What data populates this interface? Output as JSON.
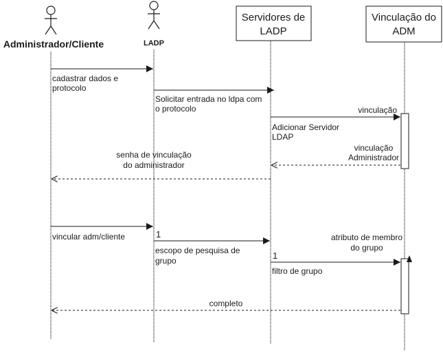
{
  "actors": {
    "admin_cliente": "Administrador/Cliente",
    "ladp_actor": "LADP"
  },
  "participants": {
    "servidores_l1": "Servidores de",
    "servidores_l2": "LADP",
    "vinculacao_l1": "Vinculação do",
    "vinculacao_l2": "ADM"
  },
  "messages": {
    "m1_l1": "cadastrar dados e",
    "m1_l2": "protocolo",
    "m2_l1": "Solicitar entrada no ldpa com",
    "m2_l2": "o protocolo",
    "m3": "vinculação",
    "m3_note_l1": "Adicionar Servidor",
    "m3_note_l2": "LDAP",
    "m4_l1": "vinculação",
    "m4_l2": "Administrador",
    "m5_l1": "senha  de vinculação",
    "m5_l2": "do administrador",
    "m6": "vincular adm/cliente",
    "m6_mult": "1",
    "m7_l1": "escopo de pesquisa de",
    "m7_l2": "grupo",
    "m7_mult": "1",
    "m8_l1": "atributo de membro",
    "m8_l2": "do grupo",
    "m8_note": "filtro de grupo",
    "m9": "completo"
  },
  "colors": {
    "line": "#1a1a1a",
    "box_fill": "#ffffff"
  }
}
